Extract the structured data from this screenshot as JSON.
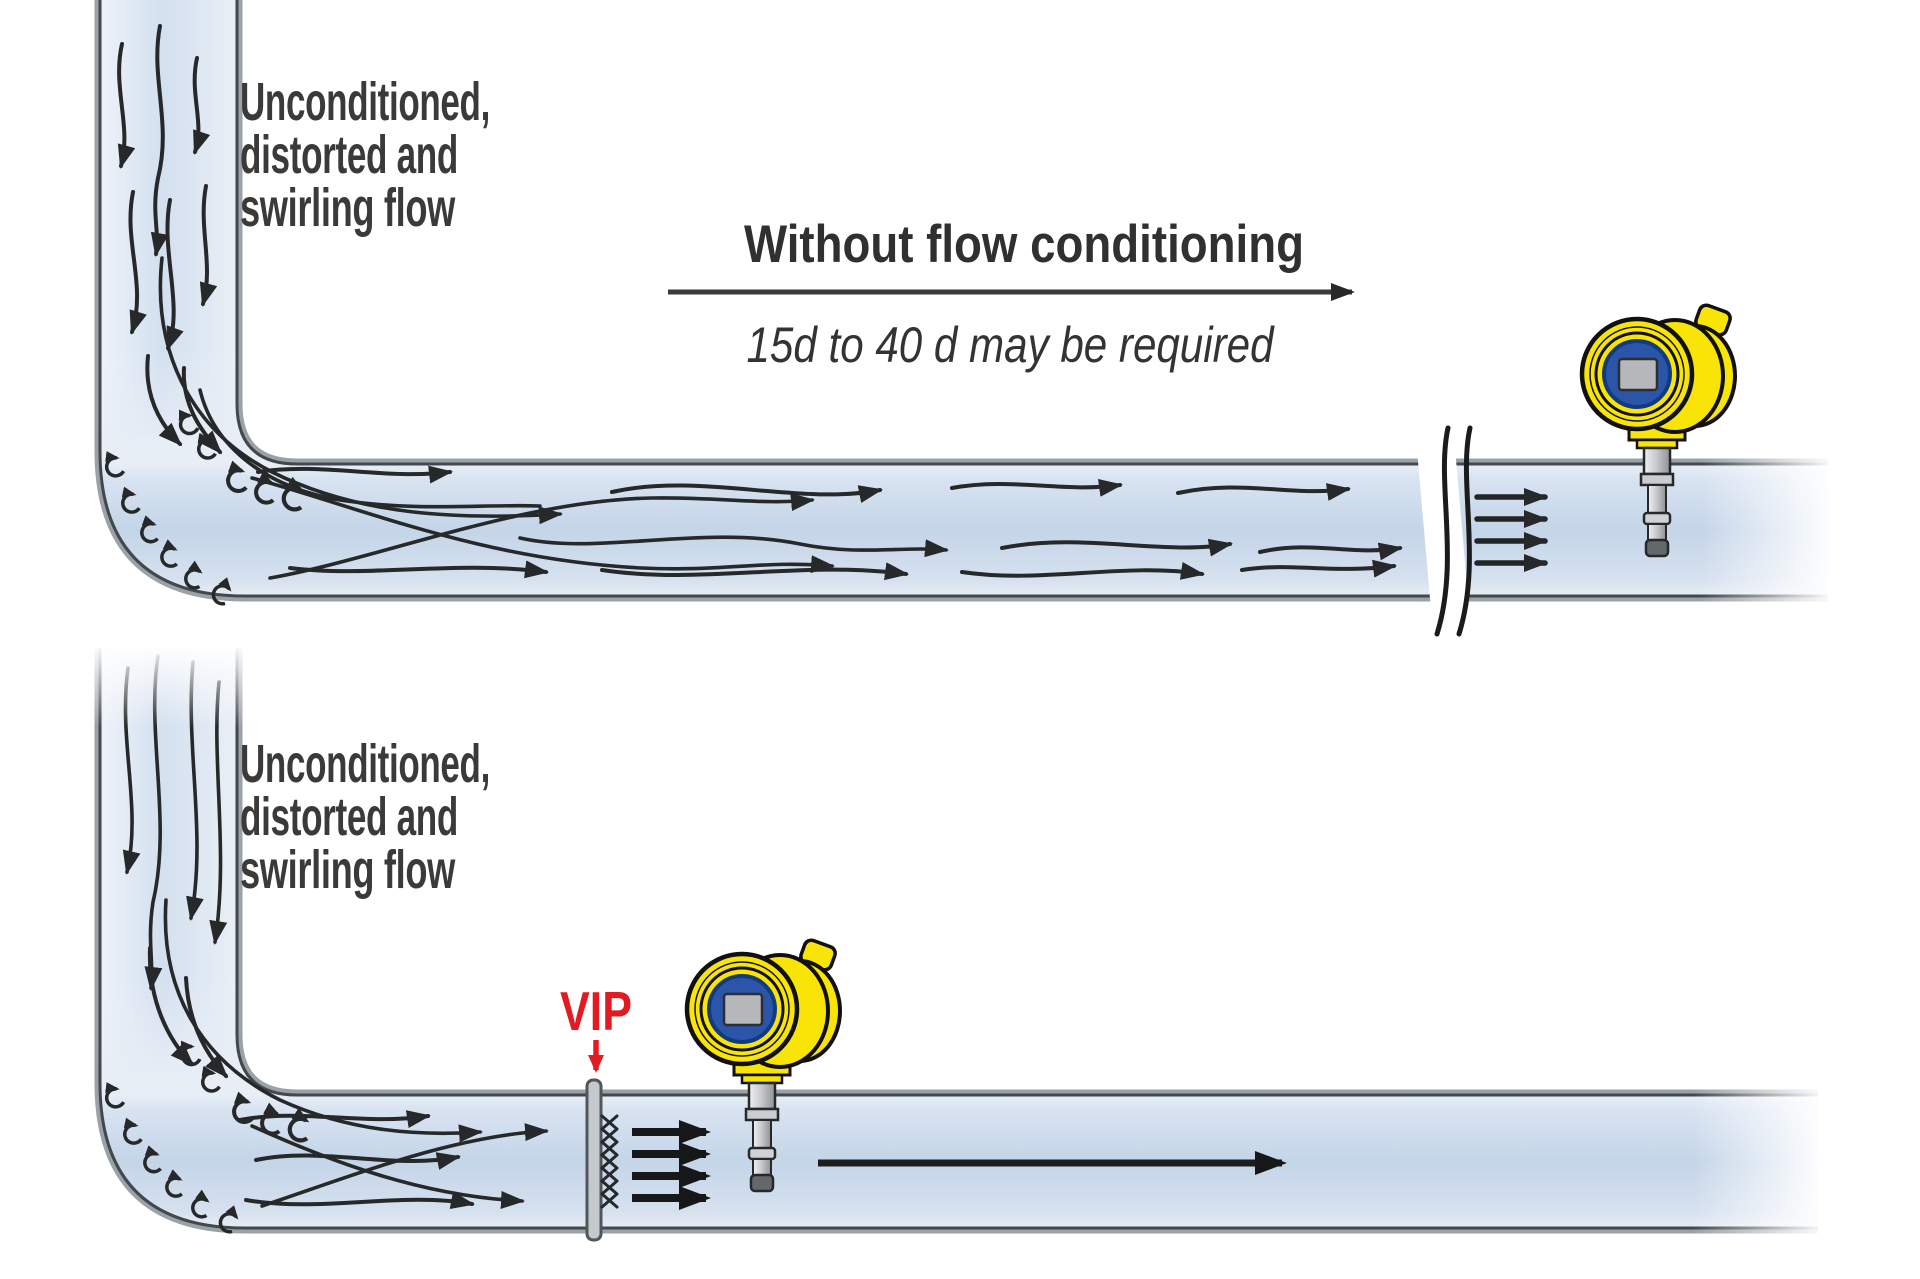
{
  "top_panel": {
    "flow_label": {
      "lines": [
        "Unconditioned,",
        "distorted and",
        "swirling flow"
      ]
    },
    "heading": "Without flow conditioning",
    "subheading": "15d to 40 d may be required"
  },
  "bottom_panel": {
    "flow_label": {
      "lines": [
        "Unconditioned,",
        "distorted and",
        "swirling flow"
      ]
    },
    "conditioner_label": "VIP"
  },
  "icons": {
    "flow_meter": "insertion-flow-meter-icon",
    "flow_conditioner": "vip-conditioner-plate-icon",
    "pipe_break": "pipe-break-symbol-icon",
    "eddy": "swirl-eddy-icon"
  },
  "colors": {
    "label_text": "#3a3a3a",
    "vip_red": "#e21b23",
    "pipe_fill_mid": "#c4d5e8",
    "pipe_wall_gray": "#9aa1a7",
    "pipe_wall_line": "#42484d",
    "meter_yellow": "#f8e407",
    "meter_blue": "#2a55a8",
    "meter_display_gray": "#b5b7ba",
    "arrow_color": "#26282a"
  }
}
